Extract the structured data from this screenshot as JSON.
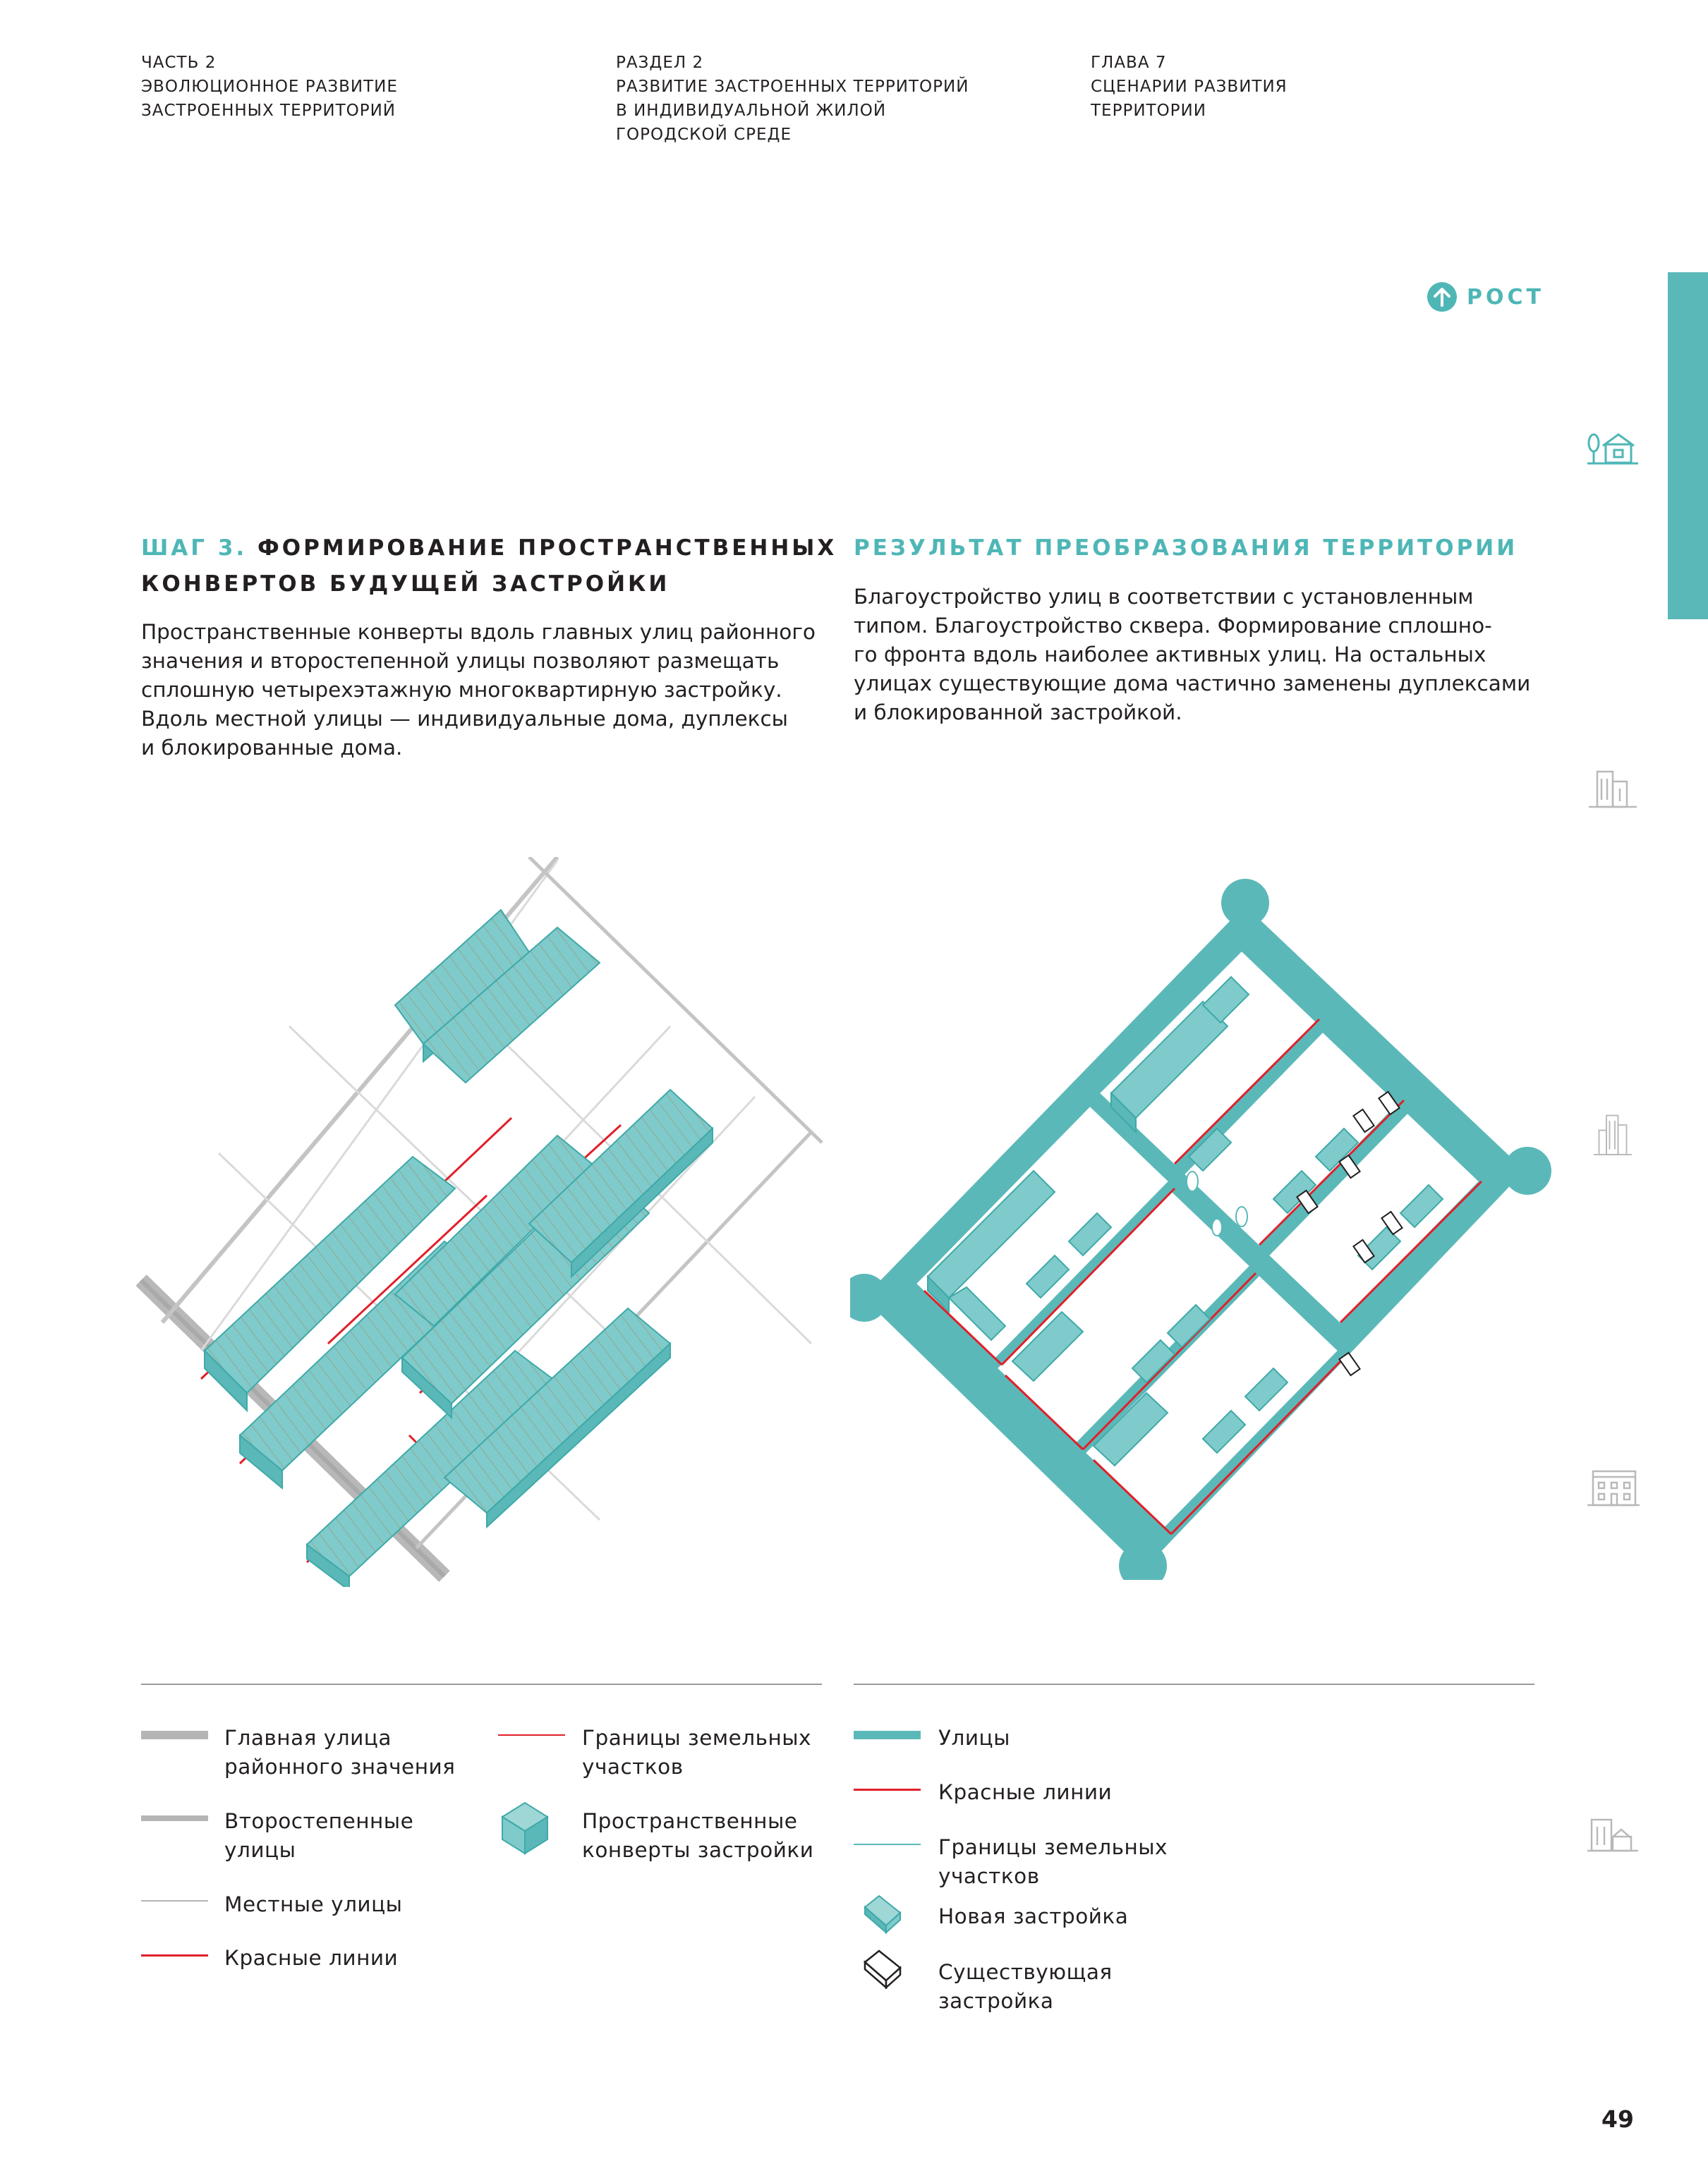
{
  "header": {
    "part": [
      "ЧАСТЬ 2",
      "ЭВОЛЮЦИОННОЕ РАЗВИТИЕ",
      "ЗАСТРОЕННЫХ ТЕРРИТОРИЙ"
    ],
    "section": [
      "РАЗДЕЛ 2",
      "РАЗВИТИЕ ЗАСТРОЕННЫХ ТЕРРИТОРИЙ",
      "В ИНДИВИДУАЛЬНОЙ ЖИЛОЙ",
      "ГОРОДСКОЙ СРЕДЕ"
    ],
    "chapter": [
      "ГЛАВА 7",
      "СЦЕНАРИИ РАЗВИТИЯ",
      "ТЕРРИТОРИИ"
    ]
  },
  "badge": {
    "label": "РОСТ",
    "icon": "arrow-up-circle-icon"
  },
  "colors": {
    "teal": "#5bb8b8",
    "teal_dark": "#3ea9a9",
    "red": "#e0202a",
    "grey": "#b8b8b8"
  },
  "step": {
    "prefix": "ШАГ 3.",
    "title_line1": "ФОРМИРОВАНИЕ ПРОСТРАНСТВЕННЫХ",
    "title_line2": "КОНВЕРТОВ БУДУЩЕЙ ЗАСТРОЙКИ",
    "body": [
      "Пространственные конверты вдоль главных улиц районного",
      "значения и второстепенной улицы позволяют размещать",
      "сплошную четырехэтажную многоквартирную застройку.",
      "Вдоль местной улицы — индивидуальные дома, дуплексы",
      "и блокированные дома."
    ]
  },
  "result": {
    "title": "РЕЗУЛЬТАТ ПРЕОБРАЗОВАНИЯ ТЕРРИТОРИИ",
    "body": [
      "Благоустройство улиц в соответствии с установленным",
      "типом. Благоустройство сквера. Формирование сплошно-",
      "го фронта вдоль наиболее активных улиц. На остальных",
      "улицах существующие дома частично заменены дуплексами",
      "и блокированной застройкой."
    ]
  },
  "legend_left": {
    "main_street": [
      "Главная улица",
      "районного значения"
    ],
    "secondary": [
      "Второстепенные",
      "улицы"
    ],
    "local": "Местные улицы",
    "red_lines": "Красные линии",
    "plots": [
      "Границы земельных",
      "участков"
    ],
    "envelopes": [
      "Пространственные",
      "конверты застройки"
    ]
  },
  "legend_right": {
    "streets": "Улицы",
    "red_lines": "Красные линии",
    "plots": [
      "Границы земельных",
      "участков"
    ],
    "new_build": "Новая застройка",
    "existing": [
      "Существующая",
      "застройка"
    ]
  },
  "side_icons": [
    "house-tree-icon",
    "midrise-building-icon",
    "tower-building-icon",
    "apartment-block-icon",
    "mixed-buildings-icon"
  ],
  "page_number": "49"
}
